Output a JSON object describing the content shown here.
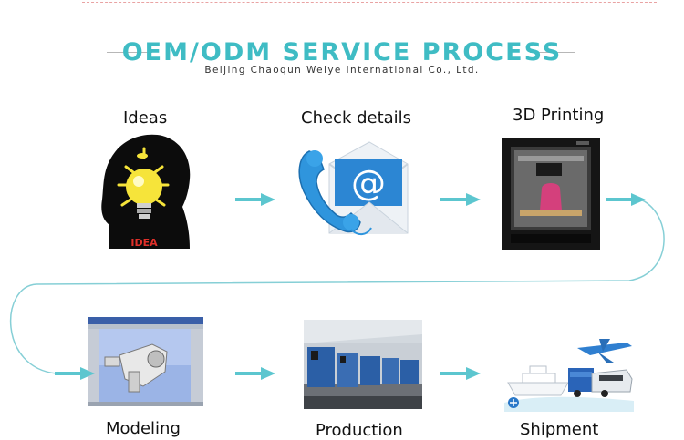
{
  "header": {
    "title": "OEM/ODM SERVICE PROCESS",
    "subtitle": "Beijing Chaoqun Weiye International Co., Ltd."
  },
  "steps": [
    {
      "label": "Ideas",
      "icon": "lightbulb-head-icon"
    },
    {
      "label": "Check details",
      "icon": "phone-email-icon"
    },
    {
      "label": "3D Printing",
      "icon": "3d-printer-icon"
    },
    {
      "label": "Modeling",
      "icon": "cad-model-icon"
    },
    {
      "label": "Production",
      "icon": "factory-line-icon"
    },
    {
      "label": "Shipment",
      "icon": "shipping-transport-icon"
    }
  ],
  "badges": {
    "idea_text": "IDEA"
  },
  "colors": {
    "accent": "#3fbcc4",
    "arrow": "#5cc6cf",
    "bulb": "#f6e43a"
  }
}
